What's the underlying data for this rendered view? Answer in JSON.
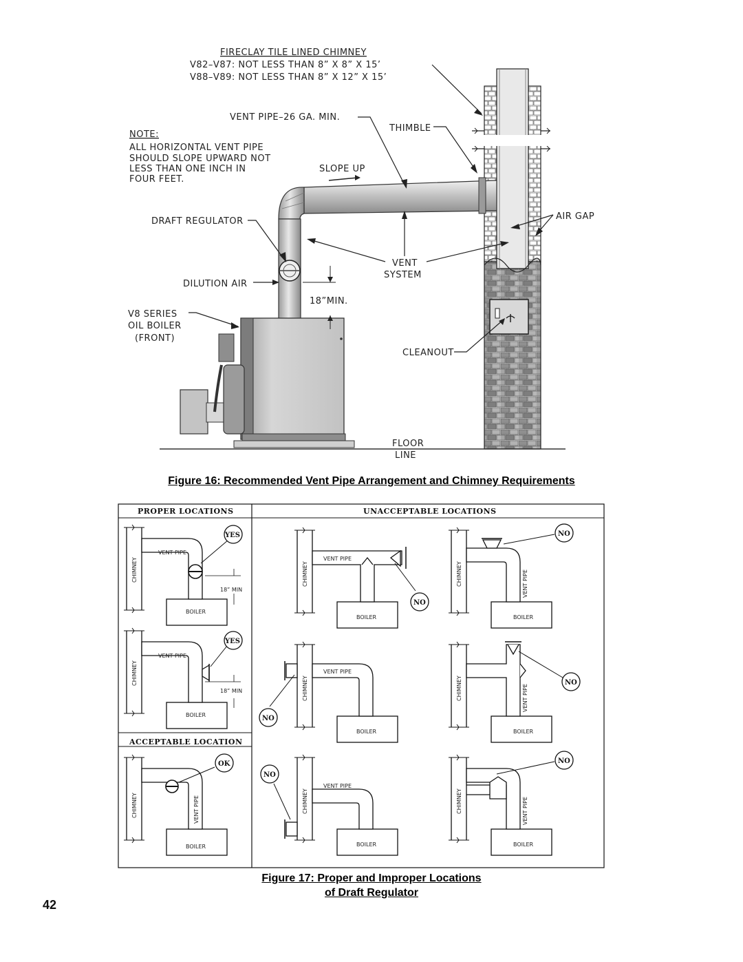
{
  "figure16": {
    "caption": "Figure 16: Recommended Vent Pipe Arrangement and Chimney Requirements",
    "labels": {
      "chimney_title": "FIRECLAY TILE LINED CHIMNEY",
      "chimney_req_1": "V82–V87: NOT LESS THAN 8” X 8” X 15’",
      "chimney_req_2": "V88–V89: NOT LESS THAN 8” X 12” X 15’",
      "vent_pipe": "VENT PIPE–26 GA. MIN.",
      "thimble": "THIMBLE",
      "note_title": "NOTE:",
      "note_1": "ALL HORIZONTAL VENT PIPE",
      "note_2": "SHOULD SLOPE UPWARD NOT",
      "note_3": "LESS THAN ONE INCH IN",
      "note_4": "FOUR FEET.",
      "slope_up": "SLOPE UP",
      "draft_regulator": "DRAFT REGULATOR",
      "air_gap": "AIR GAP",
      "vent_system_1": "VENT",
      "vent_system_2": "SYSTEM",
      "dilution_air": "DILUTION AIR",
      "min_18": "18”MIN.",
      "boiler_1": "V8 SERIES",
      "boiler_2": "OIL BOILER",
      "boiler_3": "(FRONT)",
      "cleanout": "CLEANOUT",
      "floor_1": "FLOOR",
      "floor_2": "LINE"
    }
  },
  "figure17": {
    "caption_line1": "Figure 17:  Proper and Improper Locations",
    "caption_line2": "of Draft Regulator",
    "headers": {
      "proper": "PROPER LOCATIONS",
      "unacceptable": "UNACCEPTABLE LOCATIONS",
      "acceptable": "ACCEPTABLE LOCATION"
    },
    "panel_labels": {
      "chimney": "CHIMNEY",
      "vent_pipe": "VENT PIPE",
      "boiler": "BOILER",
      "min_18": "18” MIN",
      "yes": "YES",
      "no": "NO",
      "ok": "OK"
    }
  },
  "page_number": "42"
}
